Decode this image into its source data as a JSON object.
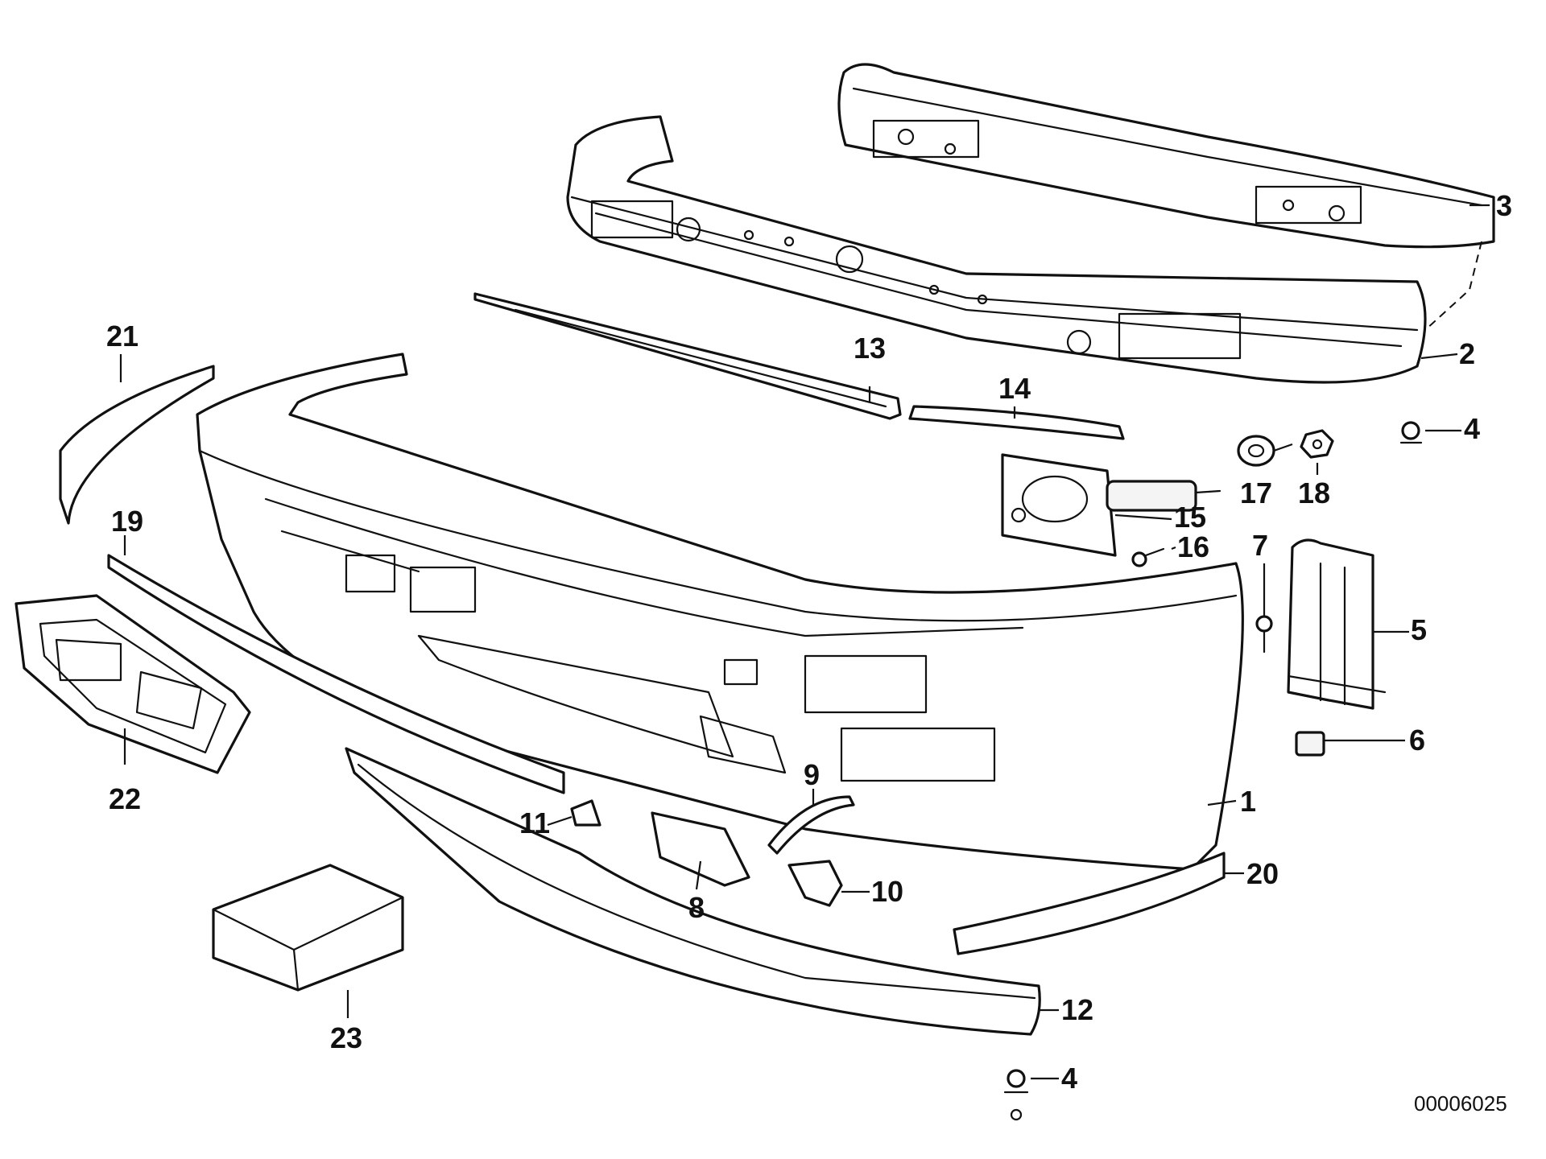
{
  "diagram": {
    "document_number": "00006025",
    "callouts": {
      "c1": "1",
      "c2": "2",
      "c3": "3",
      "c4a": "4",
      "c4b": "4",
      "c5": "5",
      "c6": "6",
      "c7": "7",
      "c8": "8",
      "c9": "9",
      "c10": "10",
      "c11": "11",
      "c12": "12",
      "c13": "13",
      "c14": "14",
      "c15": "15",
      "c16": "16",
      "c17": "17",
      "c18": "18",
      "c19": "19",
      "c20": "20",
      "c21": "21",
      "c22": "22",
      "c23": "23"
    },
    "colors": {
      "line": "#111111",
      "background": "#ffffff"
    }
  }
}
